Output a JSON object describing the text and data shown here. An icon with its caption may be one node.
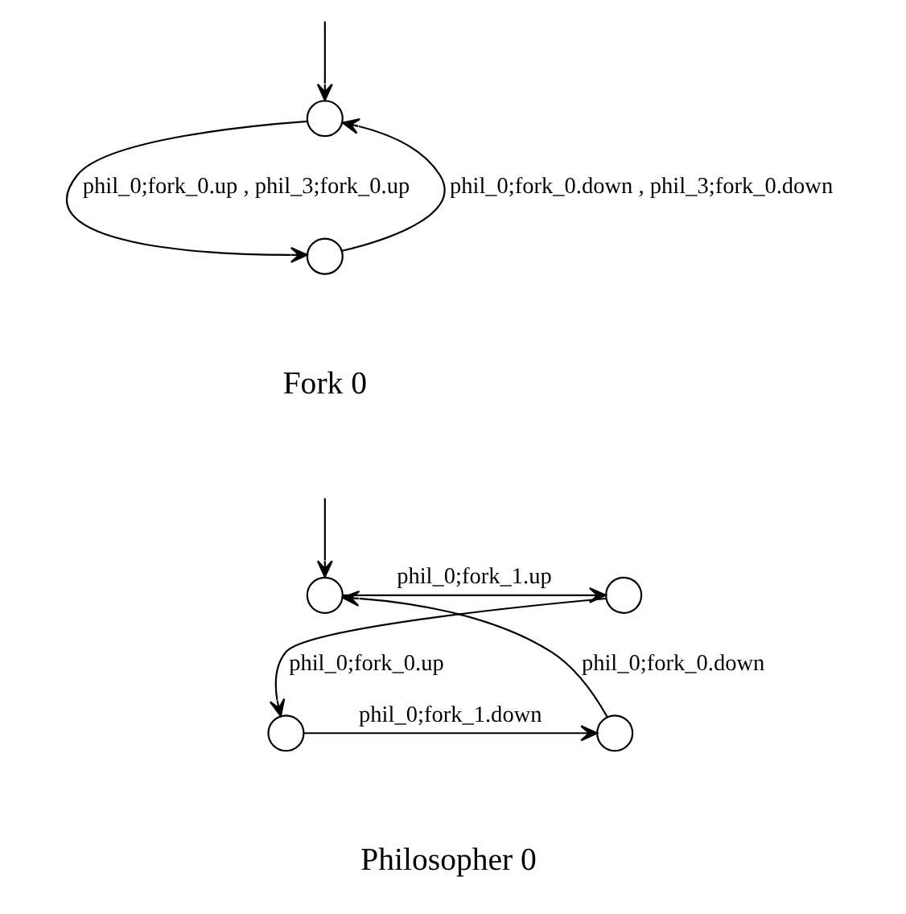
{
  "diagram": {
    "nodes": [
      {
        "text": [],
        "shape": "circle"
      },
      {
        "text": [],
        "shape": "circle"
      },
      {
        "text": [],
        "shape": "circle"
      },
      {
        "text": [],
        "shape": "circle"
      },
      {
        "text": [],
        "shape": "circle"
      },
      {
        "text": [],
        "shape": "circle"
      }
    ],
    "edges": [
      {
        "from": null,
        "to": 0,
        "arrow": "to"
      },
      {
        "from": 1,
        "to": 0,
        "arrow": "to",
        "label": "phil_0;fork_0.down , phil_3;fork_0.down"
      },
      {
        "from": 0,
        "to": 1,
        "arrow": "to",
        "label": "phil_0;fork_0.up , phil_3;fork_0.up"
      },
      {
        "from": null,
        "to": 2,
        "arrow": "to"
      },
      {
        "from": 2,
        "to": 3,
        "arrow": "to",
        "label": "phil_0;fork_1.up"
      },
      {
        "from": 3,
        "to": 4,
        "arrow": "to",
        "label": "phil_0;fork_0.up"
      },
      {
        "from": 4,
        "to": 5,
        "arrow": "to",
        "label": "phil_0;fork_1.down"
      },
      {
        "from": 5,
        "to": 2,
        "arrow": "to",
        "label": "phil_0;fork_0.down"
      }
    ],
    "labels": [
      "Fork 0",
      "Philosopher 0"
    ]
  }
}
